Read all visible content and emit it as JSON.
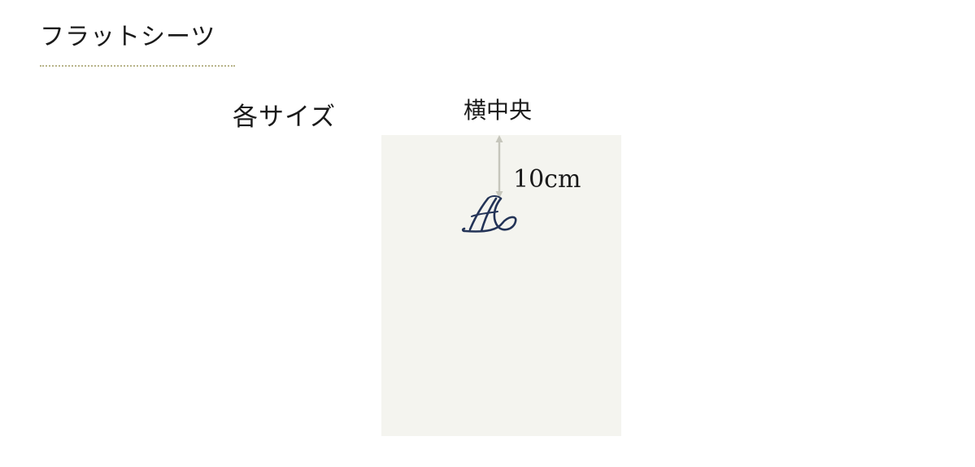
{
  "heading": "フラットシーツ",
  "size_label": "各サイズ",
  "position_label": "横中央",
  "measurement": "10cm",
  "monogram": "HL",
  "colors": {
    "sheet": "#f4f4ef",
    "underline": "#b8b48a",
    "arrow": "#c6c6bc",
    "monogram": "#233357"
  },
  "icons": {
    "arrow": "double-headed-vertical-arrow",
    "monogram": "embroidered-monogram"
  }
}
